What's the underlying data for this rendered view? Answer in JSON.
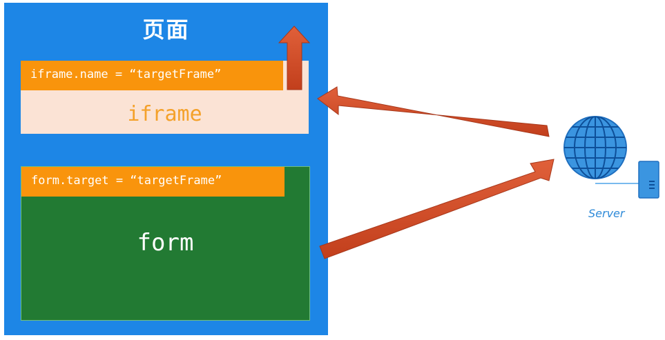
{
  "page": {
    "title": "页面"
  },
  "iframe": {
    "code": "iframe.name = “targetFrame”",
    "label": "iframe"
  },
  "form": {
    "code": "form.target = “targetFrame”",
    "label": "form"
  },
  "server": {
    "label": "Server",
    "globe_icon": "globe-icon",
    "server_icon": "server-tower-icon"
  },
  "colors": {
    "page_bg": "#1d86e6",
    "header_orange": "#f9940c",
    "iframe_bg": "#fbe3d5",
    "form_bg": "#227a33",
    "arrow": "#d9502a",
    "globe": "#2e8ad8"
  }
}
